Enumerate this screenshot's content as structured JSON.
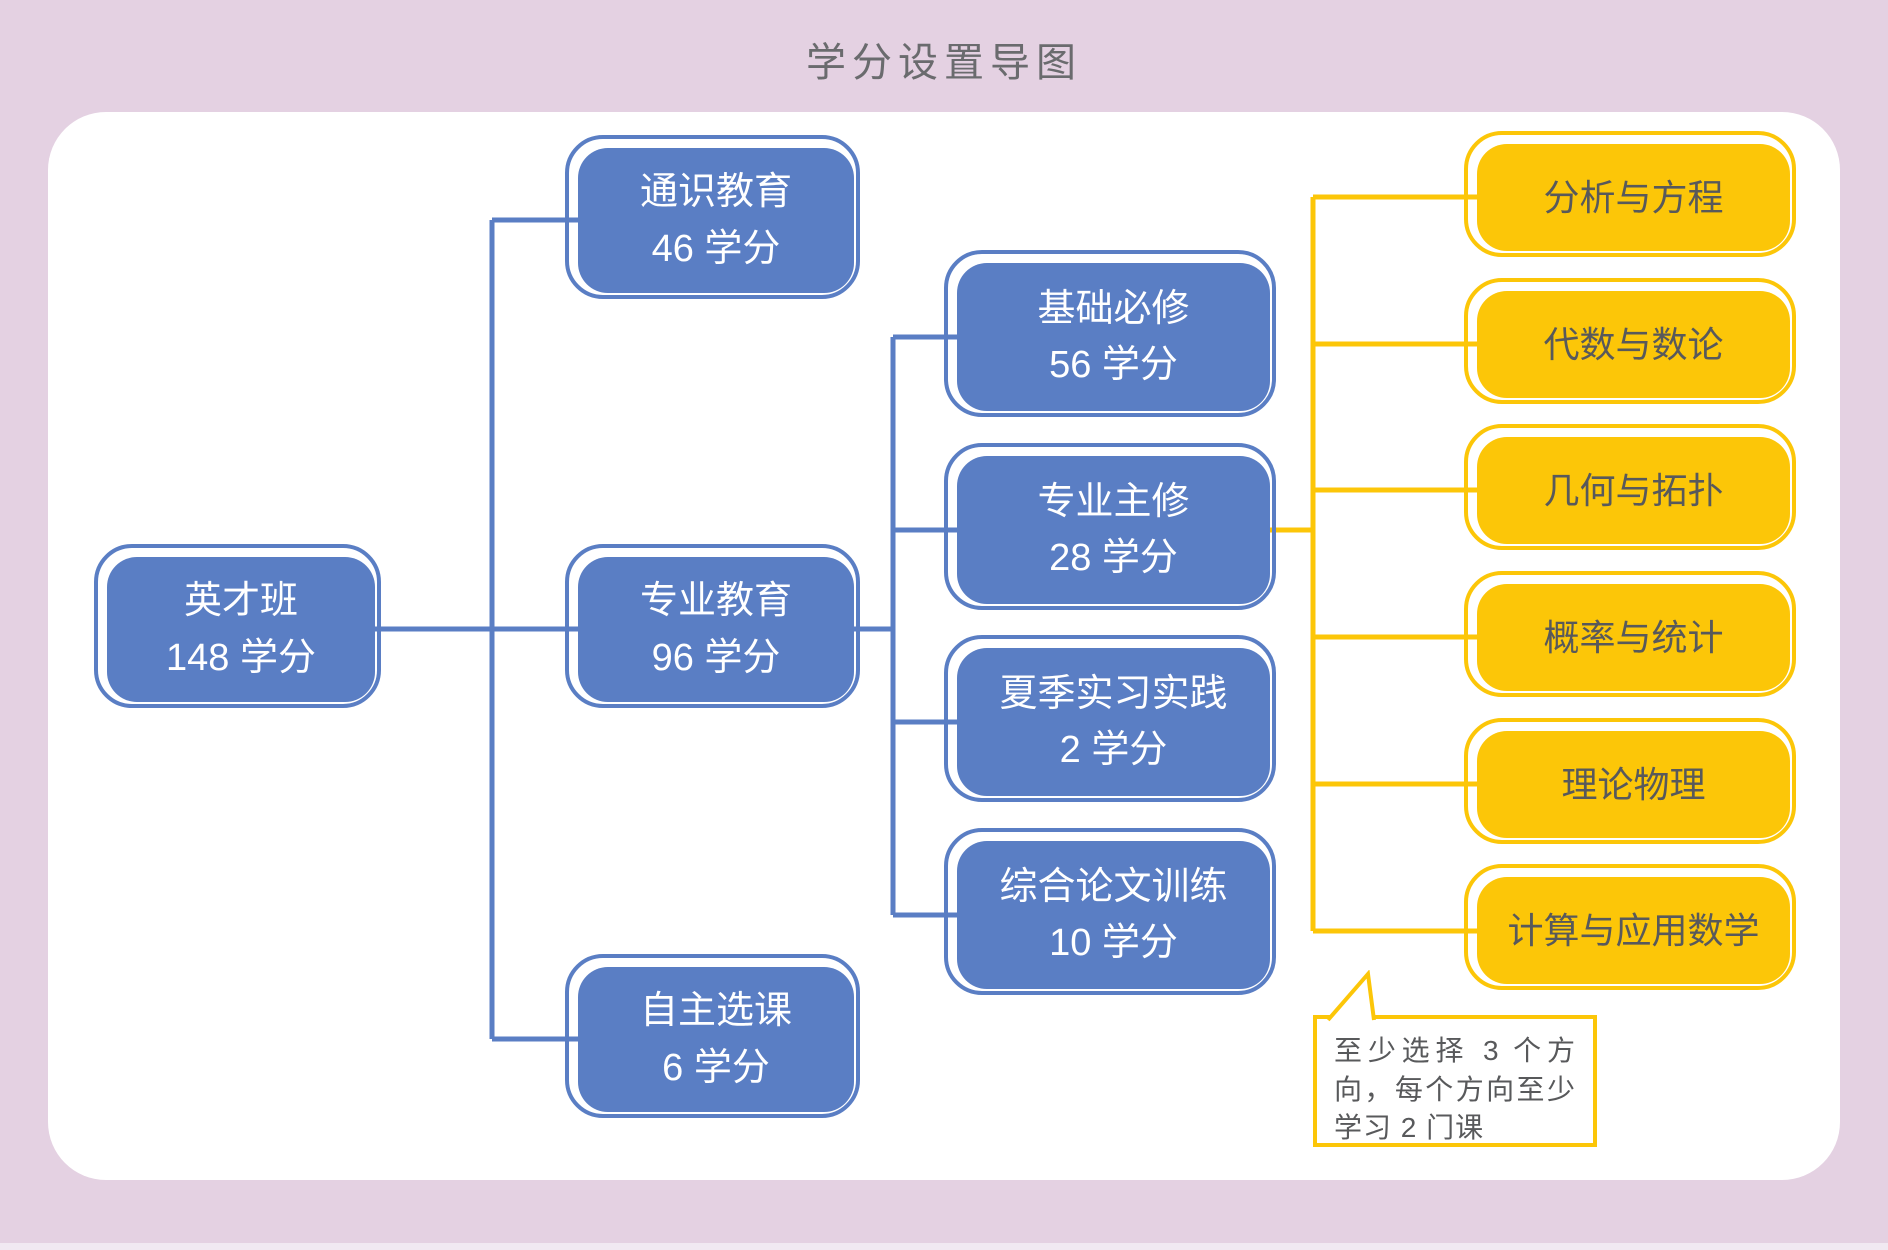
{
  "title": "学分设置导图",
  "colors": {
    "background": "#e4d1e2",
    "panel": "#ffffff",
    "blue": "#5a7ec4",
    "yellow": "#fcc608",
    "dark_text": "#58595b",
    "title_text": "#6a6b6e",
    "blue_node_text": "#ffffff"
  },
  "nodes": {
    "root": {
      "title": "英才班",
      "credits": "148 学分"
    },
    "level2": [
      {
        "title": "通识教育",
        "credits": "46 学分"
      },
      {
        "title": "专业教育",
        "credits": "96 学分"
      },
      {
        "title": "自主选课",
        "credits": "6 学分"
      }
    ],
    "level3": [
      {
        "title": "基础必修",
        "credits": "56 学分"
      },
      {
        "title": "专业主修",
        "credits": "28 学分"
      },
      {
        "title": "夏季实习实践",
        "credits": "2 学分"
      },
      {
        "title": "综合论文训练",
        "credits": "10 学分"
      }
    ],
    "directions": [
      {
        "title": "分析与方程"
      },
      {
        "title": "代数与数论"
      },
      {
        "title": "几何与拓扑"
      },
      {
        "title": "概率与统计"
      },
      {
        "title": "理论物理"
      },
      {
        "title": "计算与应用数学"
      }
    ]
  },
  "callout": {
    "text": "至少选择 3 个方向，每个方向至少学习 2 门课"
  }
}
